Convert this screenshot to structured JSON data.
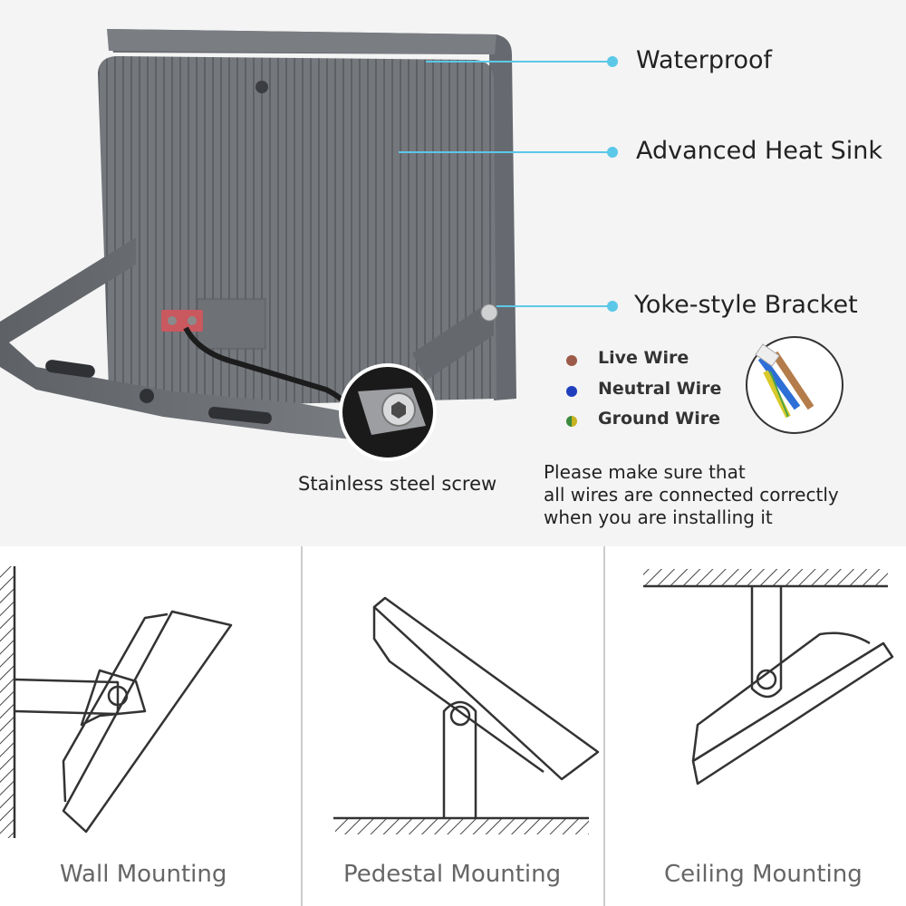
{
  "callouts": {
    "waterproof": "Waterproof",
    "heat_sink": "Advanced Heat Sink",
    "bracket": "Yoke-style Bracket",
    "screw": "Stainless steel screw"
  },
  "wires": [
    {
      "label": "Live Wire",
      "color": "#9b5b48"
    },
    {
      "label": "Neutral Wire",
      "color": "#1f3fbf"
    },
    {
      "label": "Ground Wire",
      "color": "#c7b21f"
    }
  ],
  "note": "Please make sure that\nall wires are connected correctly\nwhen you are installing it",
  "mounting": [
    "Wall Mounting",
    "Pedestal Mounting",
    "Ceiling Mounting"
  ],
  "colors": {
    "callout_line": "#5bc8e8",
    "housing": "#6b6e73",
    "background_top": "#f4f4f4"
  }
}
